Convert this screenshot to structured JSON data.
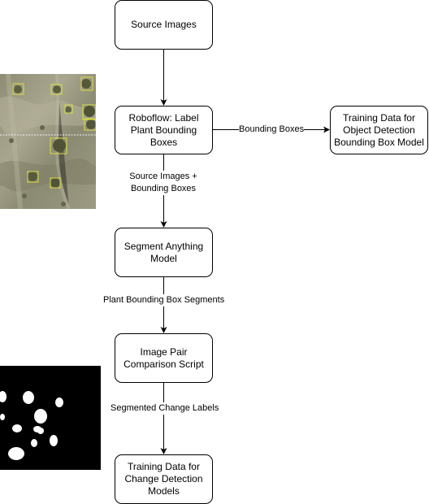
{
  "nodes": {
    "source_images": "Source Images",
    "roboflow": "Roboflow: Label Plant Bounding Boxes",
    "training_object_detection": "Training Data for Object Detection Bounding Box Model",
    "segment_anything": "Segment Anything Model",
    "image_pair_script": "Image Pair Comparison Script",
    "training_change_detection": "Training Data for Change Detection Models"
  },
  "edges": {
    "bounding_boxes": "Bounding Boxes",
    "source_and_boxes": "Source Images + Bounding Boxes",
    "plant_segments": "Plant Bounding Box Segments",
    "segmented_change": "Segmented Change Labels"
  },
  "colors": {
    "box_outline": "#d8e040",
    "terrain_light": "#a8a58f",
    "terrain_dark": "#5e6045",
    "mask_background": "#000000",
    "mask_foreground": "#ffffff"
  },
  "icons": {
    "aerial_image": "aerial-photo-with-bounding-boxes",
    "mask_image": "binary-segmentation-mask"
  }
}
